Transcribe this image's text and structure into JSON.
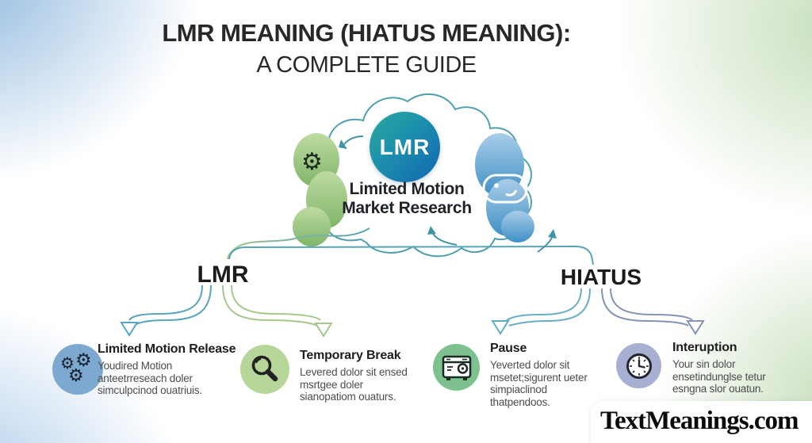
{
  "title": {
    "line1": "LMR MEANING (HIATUS MEANING):",
    "line2": "A COMPLETE GUIDE"
  },
  "cloud": {
    "acronym": "LMR",
    "expansion_line1": "Limited Motion",
    "expansion_line2": "Market Research",
    "icons": [
      "gear-icon",
      "speech-bubble-icon"
    ]
  },
  "branches": {
    "left": "LMR",
    "right": "HIATUS"
  },
  "items": [
    {
      "title": "Limited Motion Release",
      "body": "Youdired Motion anteetrreseach doler simculpcinod ouatriuis.",
      "icon": "gears-icon",
      "circle_color": "#7da9d0"
    },
    {
      "title": "Temporary Break",
      "body": "Levered dolor sit ensed msrtgee doler sianopatiom ouaturs.",
      "icon": "magnifier-icon",
      "circle_color": "#b7d79a"
    },
    {
      "title": "Pause",
      "body": "Yeverted dolor sit msetet;sigurent ueter simpiaclinod thatpendoos.",
      "icon": "register-icon",
      "circle_color": "#7dc28e"
    },
    {
      "title": "Interuption",
      "body": "Your sin dolor ensetindunglse tetur esngna slor ouatun.",
      "icon": "clock-icon",
      "circle_color": "#a7b0d2"
    }
  ],
  "watermark": "TextMeanings.com",
  "colors": {
    "cloud_outline": "#4fa0ad",
    "connector_teal": "#58a4b8",
    "connector_green": "#a6c98b",
    "connector_blue": "#55a6cb",
    "connector_slate": "#8694b3",
    "circle_gradient_start": "#2aa89c",
    "circle_gradient_end": "#1266b0"
  }
}
